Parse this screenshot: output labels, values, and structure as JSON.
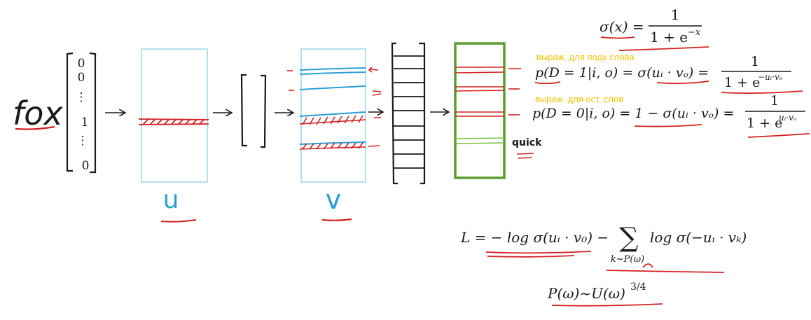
{
  "colors": {
    "ink": "#1a1a1a",
    "red": "#d42020",
    "blue": "#2a9fd6",
    "box_blue": "#8ecfe8",
    "green": "#5a9e2f",
    "green_line": "#7cc243",
    "annotation": "#f2c200"
  },
  "left": {
    "word": "fox",
    "vector": [
      "0",
      "0",
      "⋮",
      "1",
      "⋮",
      "0"
    ]
  },
  "matrix_labels": {
    "u": "u",
    "v": "v"
  },
  "tag_quick": "quick",
  "formulas": {
    "sigma_lhs": "σ(x) =",
    "sigma_num": "1",
    "sigma_den": "1 + e",
    "sigma_exp": "−x",
    "note_pos": "выраж. для подх слова",
    "pos_lhs": "p(D = 1|i, o) = σ(uᵢ · vₒ) =",
    "pos_num": "1",
    "pos_den": "1 + e",
    "pos_exp": "−uᵢ·vₒ",
    "note_neg": "выраж. для ост. слов",
    "neg_lhs": "p(D = 0|i, o) = 1 − σ(uᵢ · vₒ) =",
    "neg_num": "1",
    "neg_den": "1 + e",
    "neg_exp": "uᵢ·vₒ",
    "loss_lhs": "L = − log σ(uᵢ · v₀) −",
    "loss_sum": "∑",
    "loss_sub": "k~P(ω)",
    "loss_rhs": "log σ(−uᵢ · vₖ)",
    "dist_lhs": "P(ω)~U(ω)",
    "dist_exp": "3/4"
  }
}
